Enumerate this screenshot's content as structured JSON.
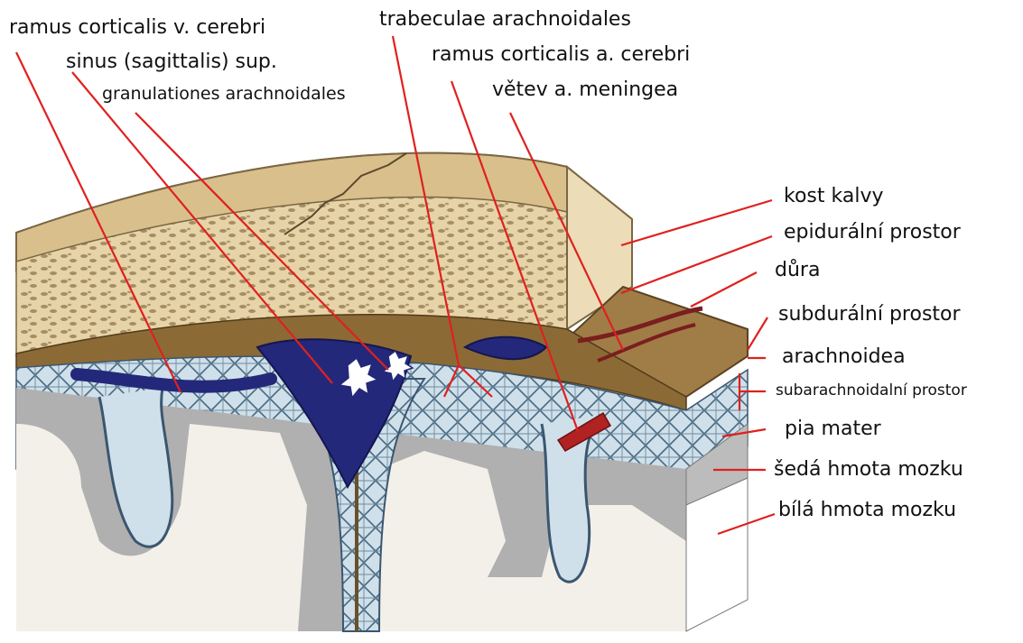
{
  "labels": {
    "ramus_corticalis_v": "ramus corticalis v. cerebri",
    "sinus_sagittalis": "sinus (sagittalis) sup.",
    "granulationes": "granulationes arachnoidales",
    "trabeculae": "trabeculae arachnoidales",
    "ramus_corticalis_a": "ramus corticalis a. cerebri",
    "vetev_meningea": "větev a. meningea",
    "kost_kalvy": "kost kalvy",
    "epiduralni": "epidurální prostor",
    "dura": "důra",
    "subduralni": "subdurální prostor",
    "arachnoidea": "arachnoidea",
    "subarachnoidalni": "subarachnoidalní prostor",
    "pia_mater": "pia mater",
    "seda_hmota": "šedá hmota mozku",
    "bila_hmota": "bílá hmota mozku"
  },
  "colors": {
    "leader": "#e0201e",
    "bone": "#d8bf8f",
    "bone_spongy": "#c9ad7a",
    "dura": "#7a5a2e",
    "sinus": "#24287a",
    "csf": "#c9dbe6",
    "gray_matter": "#a9a9a9",
    "white_matter": "#f4f1ec",
    "artery": "#a01818"
  }
}
